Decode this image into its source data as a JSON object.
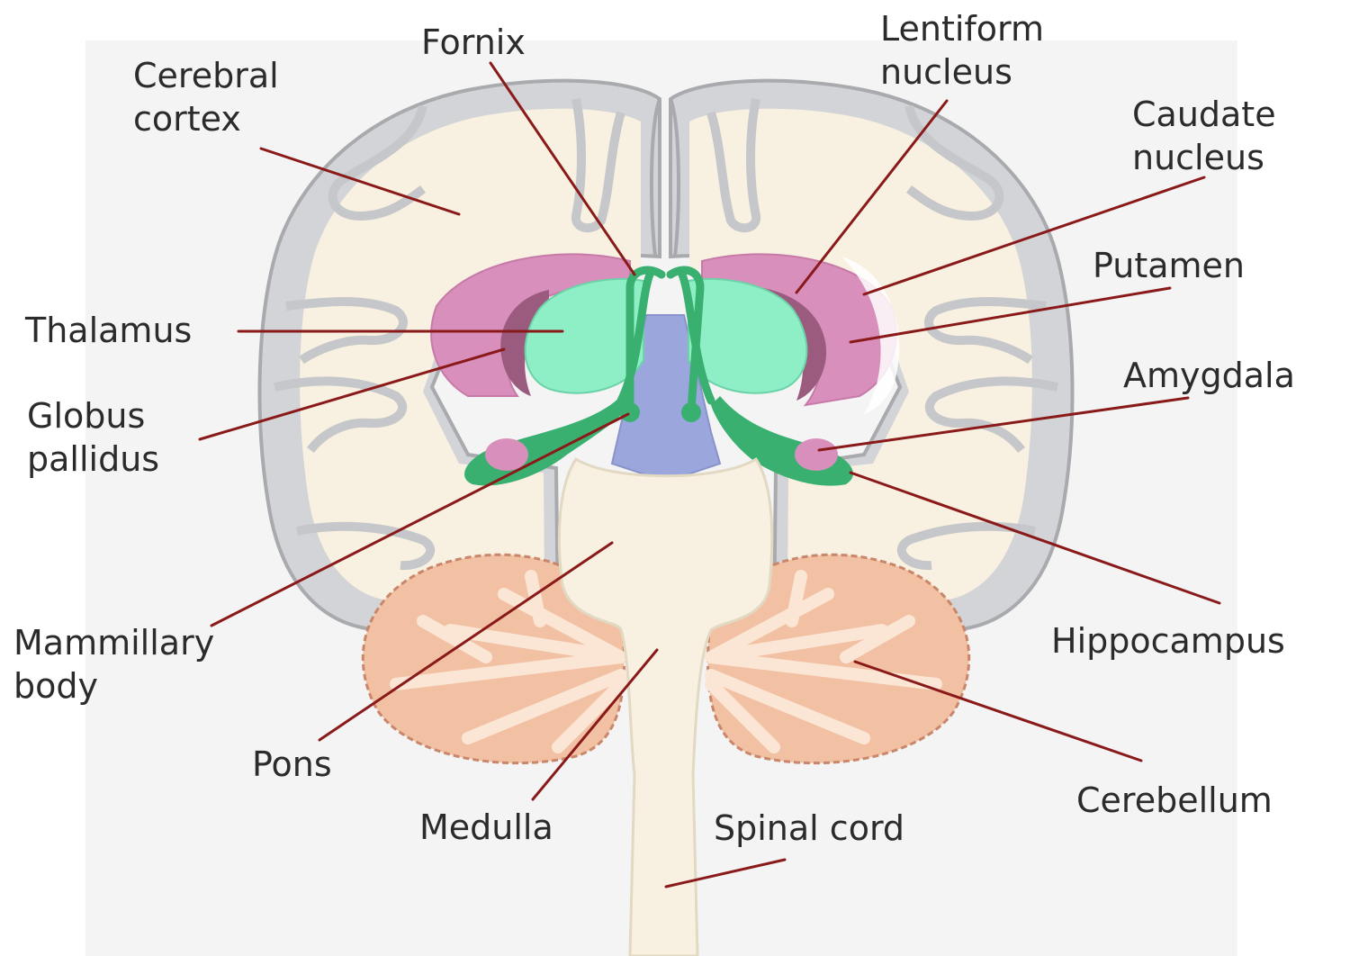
{
  "diagram": {
    "labels": {
      "cerebral_cortex": [
        "Cerebral",
        "cortex"
      ],
      "fornix": "Fornix",
      "lentiform_nucleus": [
        "Lentiform",
        "nucleus"
      ],
      "caudate_nucleus": [
        "Caudate",
        "nucleus"
      ],
      "putamen": "Putamen",
      "thalamus": "Thalamus",
      "globus_pallidus": [
        "Globus",
        "pallidus"
      ],
      "amygdala": "Amygdala",
      "mammillary_body": [
        "Mammillary",
        "body"
      ],
      "hippocampus": "Hippocampus",
      "pons": "Pons",
      "medulla": "Medulla",
      "spinal_cord": "Spinal cord",
      "cerebellum": "Cerebellum"
    },
    "colors": {
      "background_panel": "#f4f4f4",
      "cortex_outline": "#a9aaad",
      "cortex_fill": "#d3d4d7",
      "white_matter": "#f8f1e1",
      "thalamus": "#8eefc6",
      "fornix_hippocampus": "#3ab070",
      "caudate_putamen": "#d98fbb",
      "globus_pallidus": "#9b5b7f",
      "ventricle": "#9ba6dc",
      "cerebellum": "#f2c1a3",
      "cerebellum_outline": "#c9866a",
      "brainstem": "#f8f1e1",
      "leader_line": "#8a1a1a",
      "label_text": "#2b2b2b"
    }
  }
}
